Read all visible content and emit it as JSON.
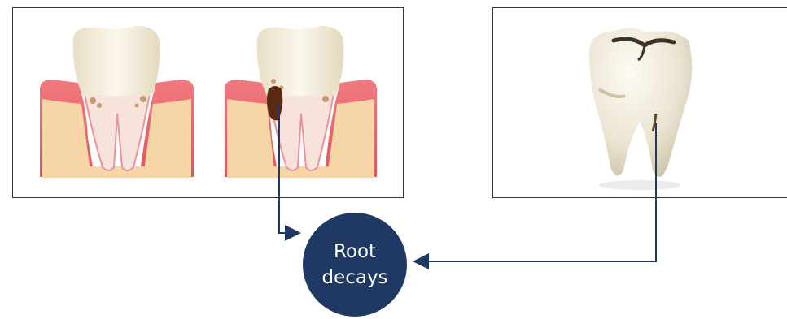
{
  "diagram": {
    "center_node": {
      "line1": "Root",
      "line2": "decays"
    },
    "colors": {
      "node_fill": "#1f3864",
      "connector": "#1f3864",
      "panel_border": "#1f3864",
      "gum": "#e8505a",
      "bone": "#f6d8a8",
      "tooth": "#f3ecd8",
      "decay": "#5a2a12"
    },
    "panels": [
      {
        "content": "gum-cross-section-illustration"
      },
      {
        "content": "decayed-molar-illustration"
      }
    ]
  }
}
